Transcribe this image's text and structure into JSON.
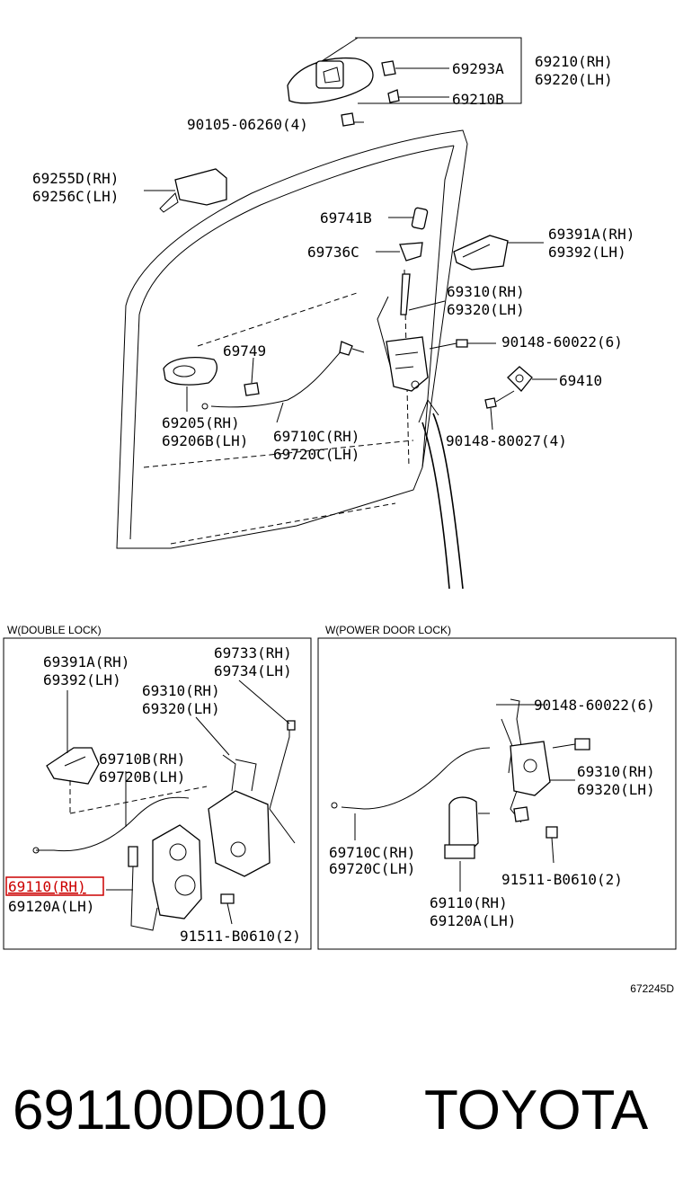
{
  "diagram_code": "672245D",
  "footer": {
    "part_number": "691100D010",
    "brand": "TOYOTA"
  },
  "sections": {
    "double_lock": "W(DOUBLE LOCK)",
    "power_door_lock": "W(POWER DOOR LOCK)"
  },
  "highlight_color": "#cc0000",
  "top": {
    "l69210": "69210(RH)",
    "l69220": "69220(LH)",
    "l69293A": "69293A",
    "l69210B": "69210B",
    "l90105": "90105-06260(4)",
    "l69255D": "69255D(RH)",
    "l69256C": "69256C(LH)",
    "l69741B": "69741B",
    "l69736C": "69736C",
    "l69391A": "69391A(RH)",
    "l69392": "69392(LH)",
    "l69310": "69310(RH)",
    "l69320": "69320(LH)",
    "l90148_6": "90148-60022(6)",
    "l69749": "69749",
    "l69410": "69410",
    "l69205": "69205(RH)",
    "l69206B": "69206B(LH)",
    "l69710C": "69710C(RH)",
    "l69720C": "69720C(LH)",
    "l90148_8": "90148-80027(4)"
  },
  "double_lock": {
    "l69391A": "69391A(RH)",
    "l69392": "69392(LH)",
    "l69733": "69733(RH)",
    "l69734": "69734(LH)",
    "l69310": "69310(RH)",
    "l69320": "69320(LH)",
    "l69710B": "69710B(RH)",
    "l69720B": "69720B(LH)",
    "l69110": "69110(RH)",
    "l69120A": "69120A(LH)",
    "l91511": "91511-B0610(2)"
  },
  "power_lock": {
    "l90148": "90148-60022(6)",
    "l69310": "69310(RH)",
    "l69320": "69320(LH)",
    "l69710C": "69710C(RH)",
    "l69720C": "69720C(LH)",
    "l91511": "91511-B0610(2)",
    "l69110": "69110(RH)",
    "l69120A": "69120A(LH)"
  }
}
